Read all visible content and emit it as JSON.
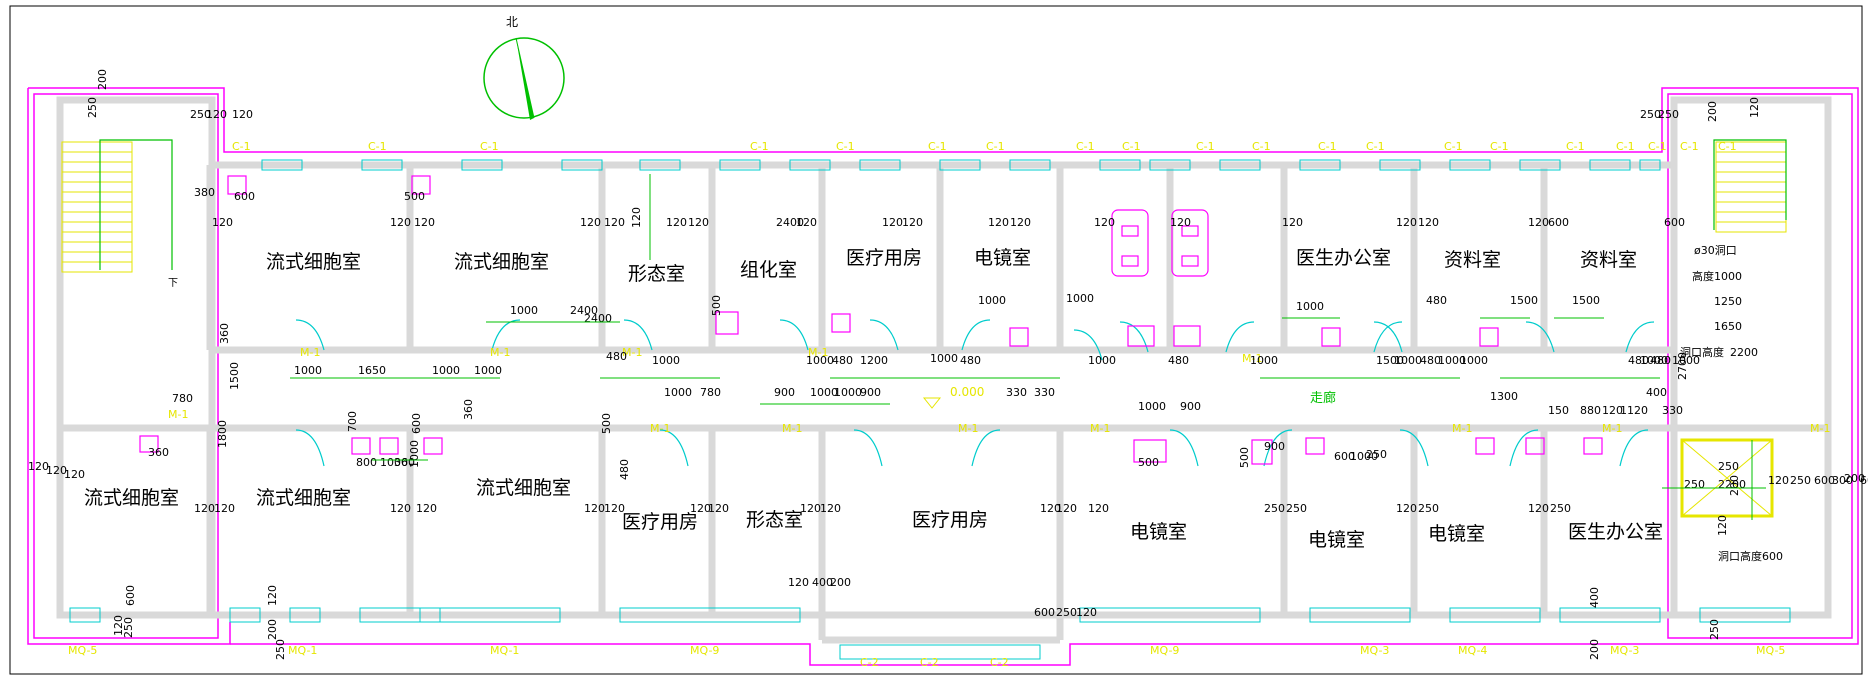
{
  "north_label": "北",
  "colors": {
    "wall": "#d9d9d9",
    "outline": "#ff00ff",
    "dim": "#00c000",
    "text": "#000000",
    "window": "#00cccc",
    "label": "#e6e600"
  },
  "rooms_top": [
    "流式细胞室",
    "流式细胞室",
    "形态室",
    "组化室",
    "医疗用房",
    "电镜室",
    "医生办公室",
    "资料室",
    "资料室"
  ],
  "rooms_bottom": [
    "流式细胞室",
    "流式细胞室",
    "流式细胞室",
    "医疗用房",
    "形态室",
    "医疗用房",
    "电镜室",
    "电镜室",
    "电镜室",
    "医生办公室"
  ],
  "corridor_label": "走廊",
  "elevation_label": "0.000",
  "stair_down": "下",
  "note_opening": {
    "dia": "ø30洞口",
    "height_label": "高度",
    "heights": [
      "1000",
      "1250",
      "1650",
      "2200"
    ],
    "hole_top": "洞口高度",
    "hole_bottom": "洞口高度600"
  },
  "window_labels_top": [
    "C-1",
    "C-1",
    "C-1",
    "C-1",
    "C-1",
    "C-1",
    "C-1",
    "C-1",
    "C-1",
    "C-1",
    "C-1",
    "C-1",
    "C-1",
    "C-1",
    "C-1",
    "C-1",
    "C-1",
    "C-1",
    "C-1",
    "C-1"
  ],
  "window_labels_bottom": [
    "MQ-5",
    "MQ-1",
    "MQ-1",
    "MQ-9",
    "C-2",
    "C-2",
    "C-2",
    "MQ-9",
    "MQ-3",
    "MQ-4",
    "MQ-3",
    "MQ-5"
  ],
  "door_labels": [
    "M-1",
    "M-1",
    "M-1",
    "M-1",
    "M-1",
    "M-1",
    "M-1",
    "M-1",
    "M-1",
    "M-1",
    "M-1",
    "M-1",
    "M-1"
  ],
  "dims": [
    "200",
    "250",
    "250",
    "120",
    "120",
    "250",
    "250",
    "120",
    "380",
    "600",
    "120",
    "120",
    "120",
    "120",
    "120",
    "120",
    "120",
    "120",
    "2400",
    "120",
    "120",
    "120",
    "120",
    "120",
    "120",
    "120",
    "120",
    "120",
    "120",
    "120",
    "600",
    "600",
    "500",
    "250",
    "200",
    "1000",
    "2400",
    "500",
    "1000",
    "1000",
    "480",
    "1000",
    "1000",
    "480",
    "1200",
    "1000",
    "480",
    "1000",
    "480",
    "1000",
    "1000",
    "480",
    "1500",
    "1500",
    "1500",
    "1000",
    "480",
    "1000",
    "1000",
    "480",
    "1000",
    "480",
    "1000",
    "2400",
    "1650",
    "1000",
    "1000",
    "360",
    "1500",
    "1000",
    "780",
    "1000",
    "780",
    "900",
    "1000",
    "1000",
    "900",
    "330",
    "330",
    "360",
    "1800",
    "500",
    "360",
    "700",
    "600",
    "800",
    "1000",
    "360",
    "1000",
    "480",
    "1000",
    "900",
    "500",
    "500",
    "900",
    "600",
    "1000",
    "250",
    "1300",
    "150",
    "880",
    "120",
    "1120",
    "400",
    "330",
    "2700",
    "2200",
    "200",
    "120",
    "250",
    "600",
    "300",
    "200",
    "600",
    "250",
    "120",
    "120",
    "120",
    "120",
    "120",
    "120",
    "120",
    "120",
    "120",
    "120",
    "120",
    "120",
    "120",
    "120",
    "120",
    "120",
    "120",
    "250",
    "250",
    "120",
    "250",
    "120",
    "250",
    "120",
    "400",
    "200",
    "600",
    "250",
    "120",
    "120",
    "200",
    "250",
    "600",
    "250",
    "120",
    "400",
    "200",
    "250"
  ]
}
